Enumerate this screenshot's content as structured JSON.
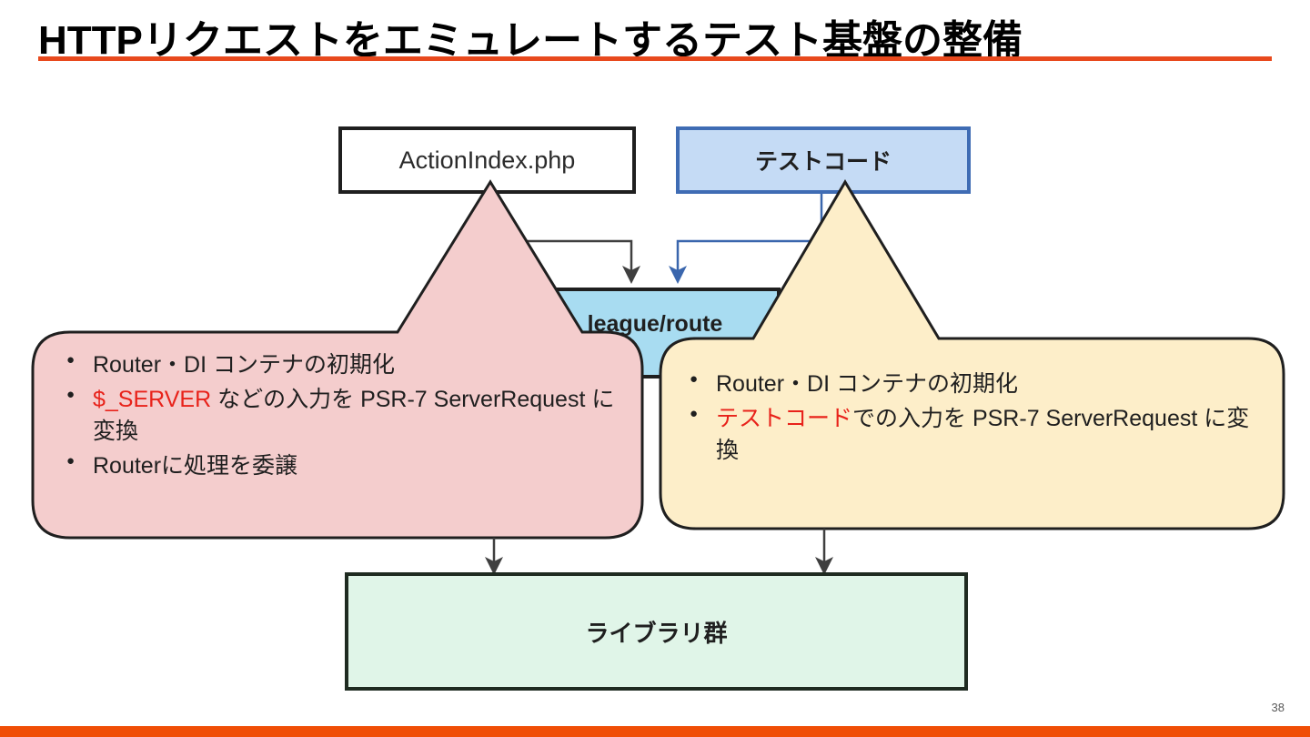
{
  "slide": {
    "title": "HTTPリクエストをエミュレートするテスト基盤の整備",
    "page_number": "38",
    "accent_color": "#e8491d",
    "footer_color": "#f04e06"
  },
  "diagram": {
    "type": "flow-diagram",
    "nodes": [
      {
        "id": "action-index",
        "label": "ActionIndex.php",
        "fill": "#ffffff",
        "stroke": "#1f1f1f",
        "shape": "rect"
      },
      {
        "id": "test-code",
        "label": "テストコード",
        "fill": "#c5dbf5",
        "stroke": "#3f6cb4",
        "shape": "rect"
      },
      {
        "id": "league-route",
        "label": "league/route",
        "fill": "#a8dcf1",
        "stroke": "#1f1f1f",
        "shape": "rect"
      },
      {
        "id": "libraries",
        "label": "ライブラリ群",
        "fill": "#e0f5e8",
        "stroke": "#1f2b21",
        "shape": "rect"
      }
    ],
    "edges": [
      {
        "from": "action-index",
        "to": "league-route",
        "color": "#3f3f3f",
        "style": "elbow-arrow"
      },
      {
        "from": "test-code",
        "to": "league-route",
        "color": "#3a66ad",
        "style": "elbow-arrow"
      },
      {
        "from": "callout-left",
        "to": "libraries",
        "color": "#3f3f3f",
        "style": "straight-arrow"
      },
      {
        "from": "callout-right",
        "to": "libraries",
        "color": "#3f3f3f",
        "style": "straight-arrow"
      }
    ],
    "callouts": [
      {
        "id": "callout-left",
        "points_to": "action-index",
        "fill": "#f4cdcd",
        "stroke": "#1f1f1f",
        "items": [
          {
            "segments": [
              {
                "text": "Router・DI コンテナの初期化",
                "highlight": false
              }
            ]
          },
          {
            "segments": [
              {
                "text": "$_SERVER",
                "highlight": true
              },
              {
                "text": " などの入力を PSR-7 ServerRequest に変換",
                "highlight": false
              }
            ]
          },
          {
            "segments": [
              {
                "text": "Routerに処理を委譲",
                "highlight": false
              }
            ]
          }
        ]
      },
      {
        "id": "callout-right",
        "points_to": "test-code",
        "fill": "#fdeec9",
        "stroke": "#1f1f1f",
        "items": [
          {
            "segments": [
              {
                "text": "Router・DI コンテナの初期化",
                "highlight": false
              }
            ]
          },
          {
            "segments": [
              {
                "text": "テストコード",
                "highlight": true
              },
              {
                "text": "での入力を PSR-7 ServerRequest に変換",
                "highlight": false
              }
            ]
          }
        ]
      }
    ],
    "highlight_color": "#e8221a"
  }
}
